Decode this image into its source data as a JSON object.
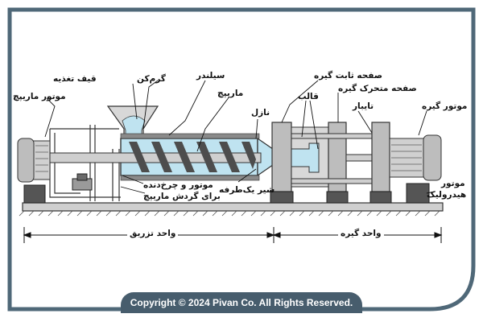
{
  "colors": {
    "frame": "#4f6878",
    "plastic": "#bfe3f0",
    "metal": "#d4d4d4",
    "dark": "#555555"
  },
  "labels": {
    "screw_motor": "موتور ماریپچ",
    "feed_hopper": "قیف تغذیه",
    "heater": "گرم‌کن",
    "cylinder": "سیلندر",
    "screw": "ماریپچ",
    "nozzle": "نازل",
    "mold": "قالب",
    "fixed_platen": "صفحه ثابت گیره",
    "moving_platen": "صفحه متحرک گیره",
    "tie_bar": "تایبار",
    "clamp_motor": "موتور گیره",
    "hydraulic_motor_1": "موتور",
    "hydraulic_motor_2": "هیدرولیک",
    "gear_motor_1": "موتور و چرخ‌دنده",
    "gear_motor_2": "برای گردش ماریپچ",
    "check_valve": "شیر یک‌طرفه",
    "injection_unit": "واحد تزریق",
    "clamp_unit": "واحد گیره"
  },
  "copyright": "Copyright © 2024 Pivan Co. All Rights Reserved."
}
